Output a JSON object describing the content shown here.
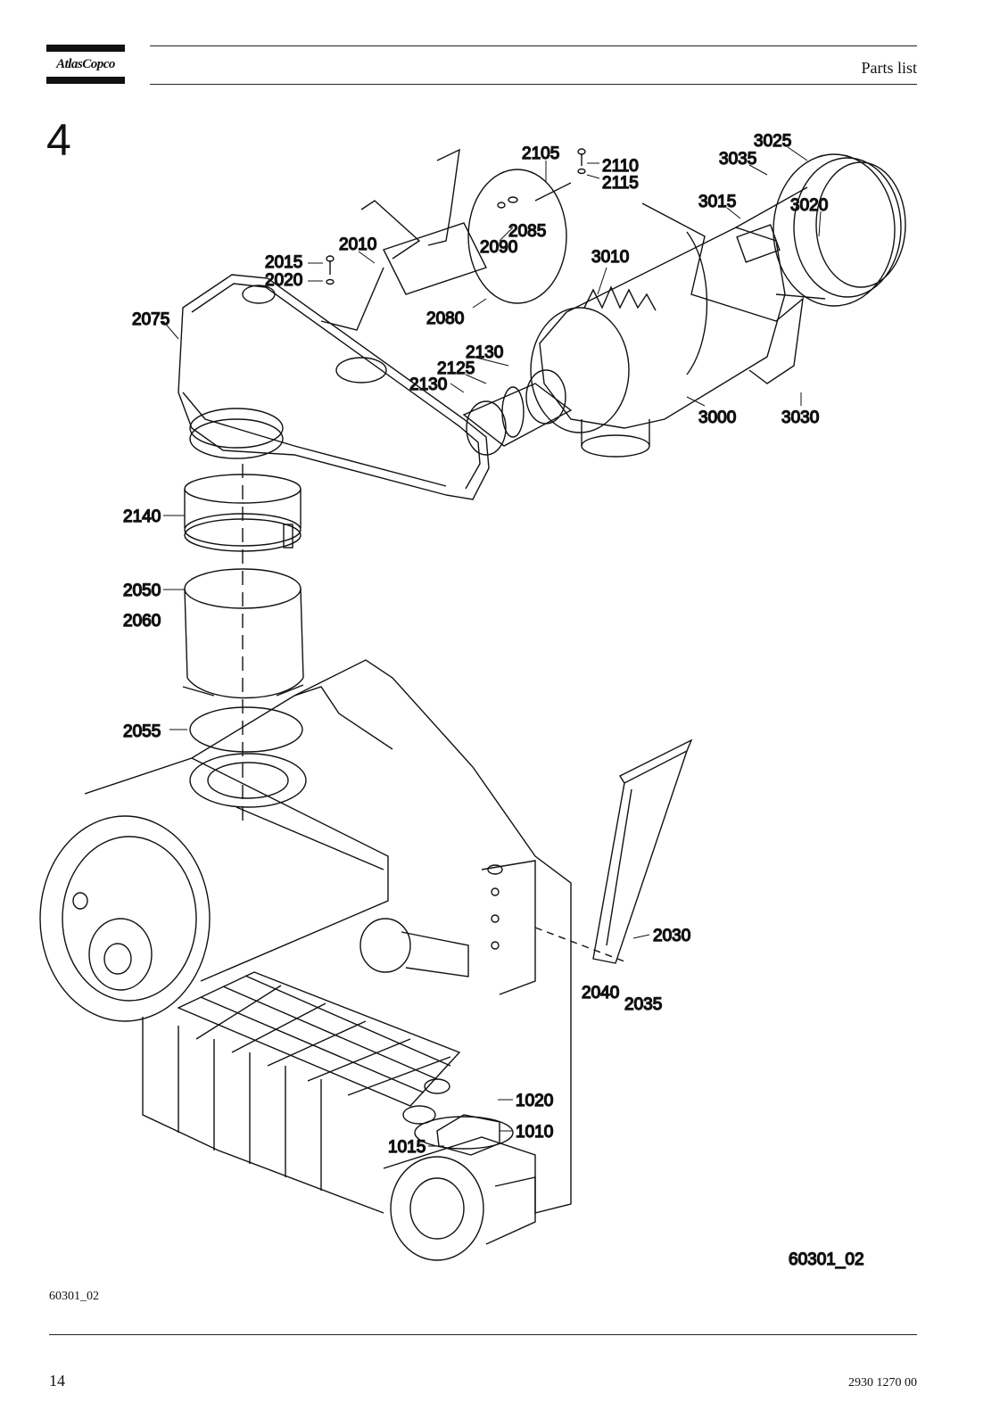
{
  "header": {
    "brand": "AtlasCopco",
    "title": "Parts list"
  },
  "section": {
    "number": "4"
  },
  "figure": {
    "reference": "60301_02",
    "callouts": [
      "2105",
      "2110",
      "2115",
      "3025",
      "3035",
      "3015",
      "3020",
      "2085",
      "2090",
      "2010",
      "2015",
      "2020",
      "3010",
      "2075",
      "2080",
      "2130",
      "2125",
      "2130",
      "3000",
      "3030",
      "2140",
      "2050",
      "2060",
      "2055",
      "2030",
      "2040",
      "2035",
      "1020",
      "1010",
      "1015"
    ]
  },
  "caption": "60301_02",
  "footer": {
    "page": "14",
    "doc_number": "2930 1270 00"
  }
}
